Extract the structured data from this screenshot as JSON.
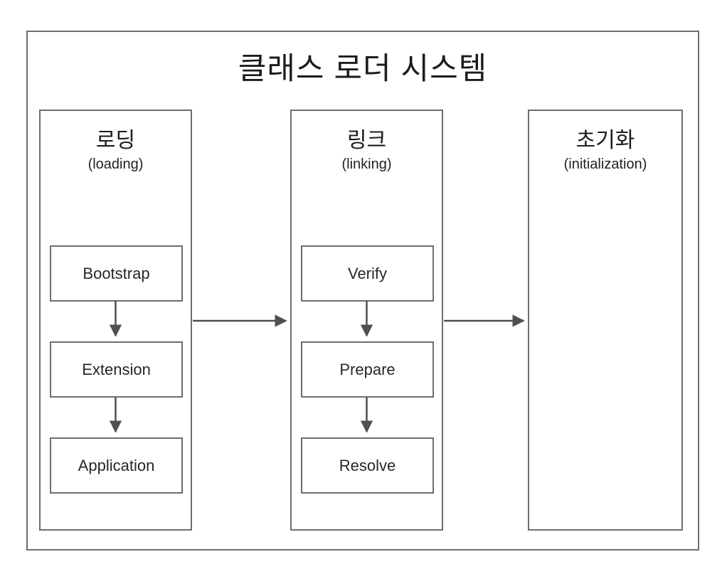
{
  "diagram": {
    "title": "클래스 로더 시스템",
    "columns": [
      {
        "id": "loading",
        "title_ko": "로딩",
        "subtitle_en": "(loading)",
        "boxes": [
          "Bootstrap",
          "Extension",
          "Application"
        ]
      },
      {
        "id": "linking",
        "title_ko": "링크",
        "subtitle_en": "(linking)",
        "boxes": [
          "Verify",
          "Prepare",
          "Resolve"
        ]
      },
      {
        "id": "initialization",
        "title_ko": "초기화",
        "subtitle_en": "(initialization)",
        "boxes": []
      }
    ],
    "flow": {
      "vertical_arrows": [
        "Bootstrap→Extension",
        "Extension→Application",
        "Verify→Prepare",
        "Prepare→Resolve"
      ],
      "horizontal_arrows": [
        "로딩(loading)→링크(linking)",
        "링크(linking)→초기화(initialization)"
      ]
    },
    "colors": {
      "background": "#ffffff",
      "border": "#6e6e6e",
      "text": "#1c1c1c",
      "arrow": "#4f4f4f"
    }
  }
}
